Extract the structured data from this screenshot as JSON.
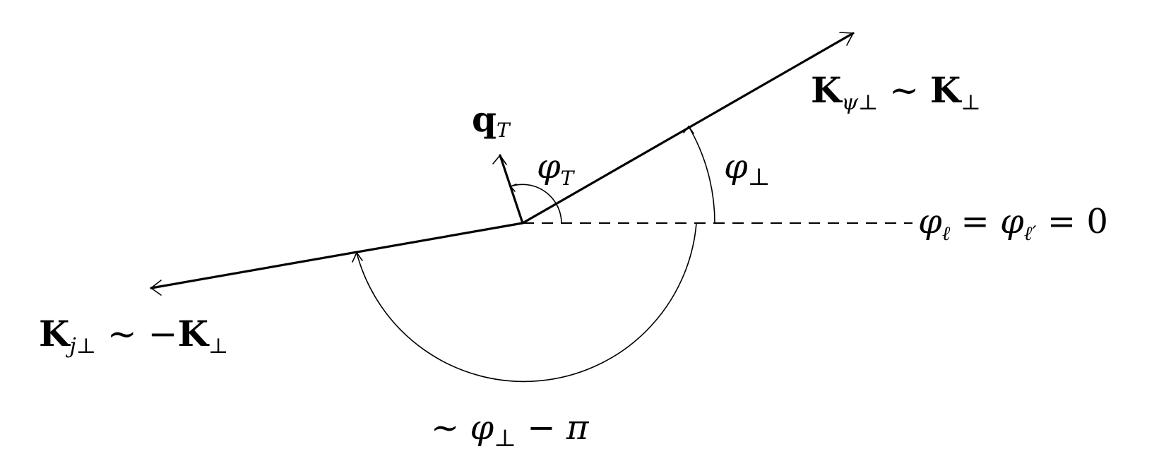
{
  "labels": {
    "k_psi": {
      "main": "K",
      "sub": "ψ⊥",
      "rel": " ~ ",
      "rhs": "K",
      "rhs_sub": "⊥"
    },
    "k_j": {
      "main": "K",
      "sub": "j⊥",
      "rel": " ~ −",
      "rhs": "K",
      "rhs_sub": "⊥"
    },
    "q_t": {
      "main": "q",
      "sub": "T"
    },
    "phi_t": {
      "main": "φ",
      "sub": "T"
    },
    "phi_perp": {
      "main": "φ",
      "sub": "⊥"
    },
    "phi_l": {
      "main": "φ",
      "sub": "ℓ",
      "eq": " = ",
      "main2": "φ",
      "sub2": "ℓ′",
      "rhs": " = 0"
    },
    "phi_perp_pi": {
      "pre": "~ ",
      "main": "φ",
      "sub": "⊥",
      "rhs": " − π"
    }
  }
}
